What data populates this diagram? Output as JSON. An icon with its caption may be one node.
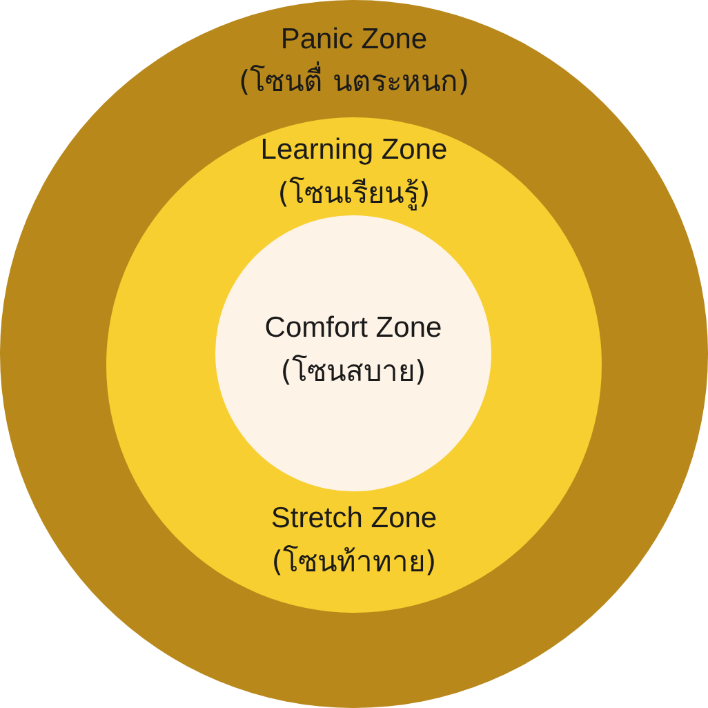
{
  "diagram": {
    "nodes": [
      {
        "text": [
          "Panic Zone",
          "(โซนตื่ นตระหนก)"
        ]
      },
      {
        "text": [
          "Learning Zone",
          "(โซนเรียนรู้)",
          "Stretch Zone",
          "(โซนท้าทาย)"
        ],
        "in": 0
      },
      {
        "text": [
          "Comfort Zone",
          "(โซนสบาย)"
        ],
        "in": 1
      }
    ]
  }
}
